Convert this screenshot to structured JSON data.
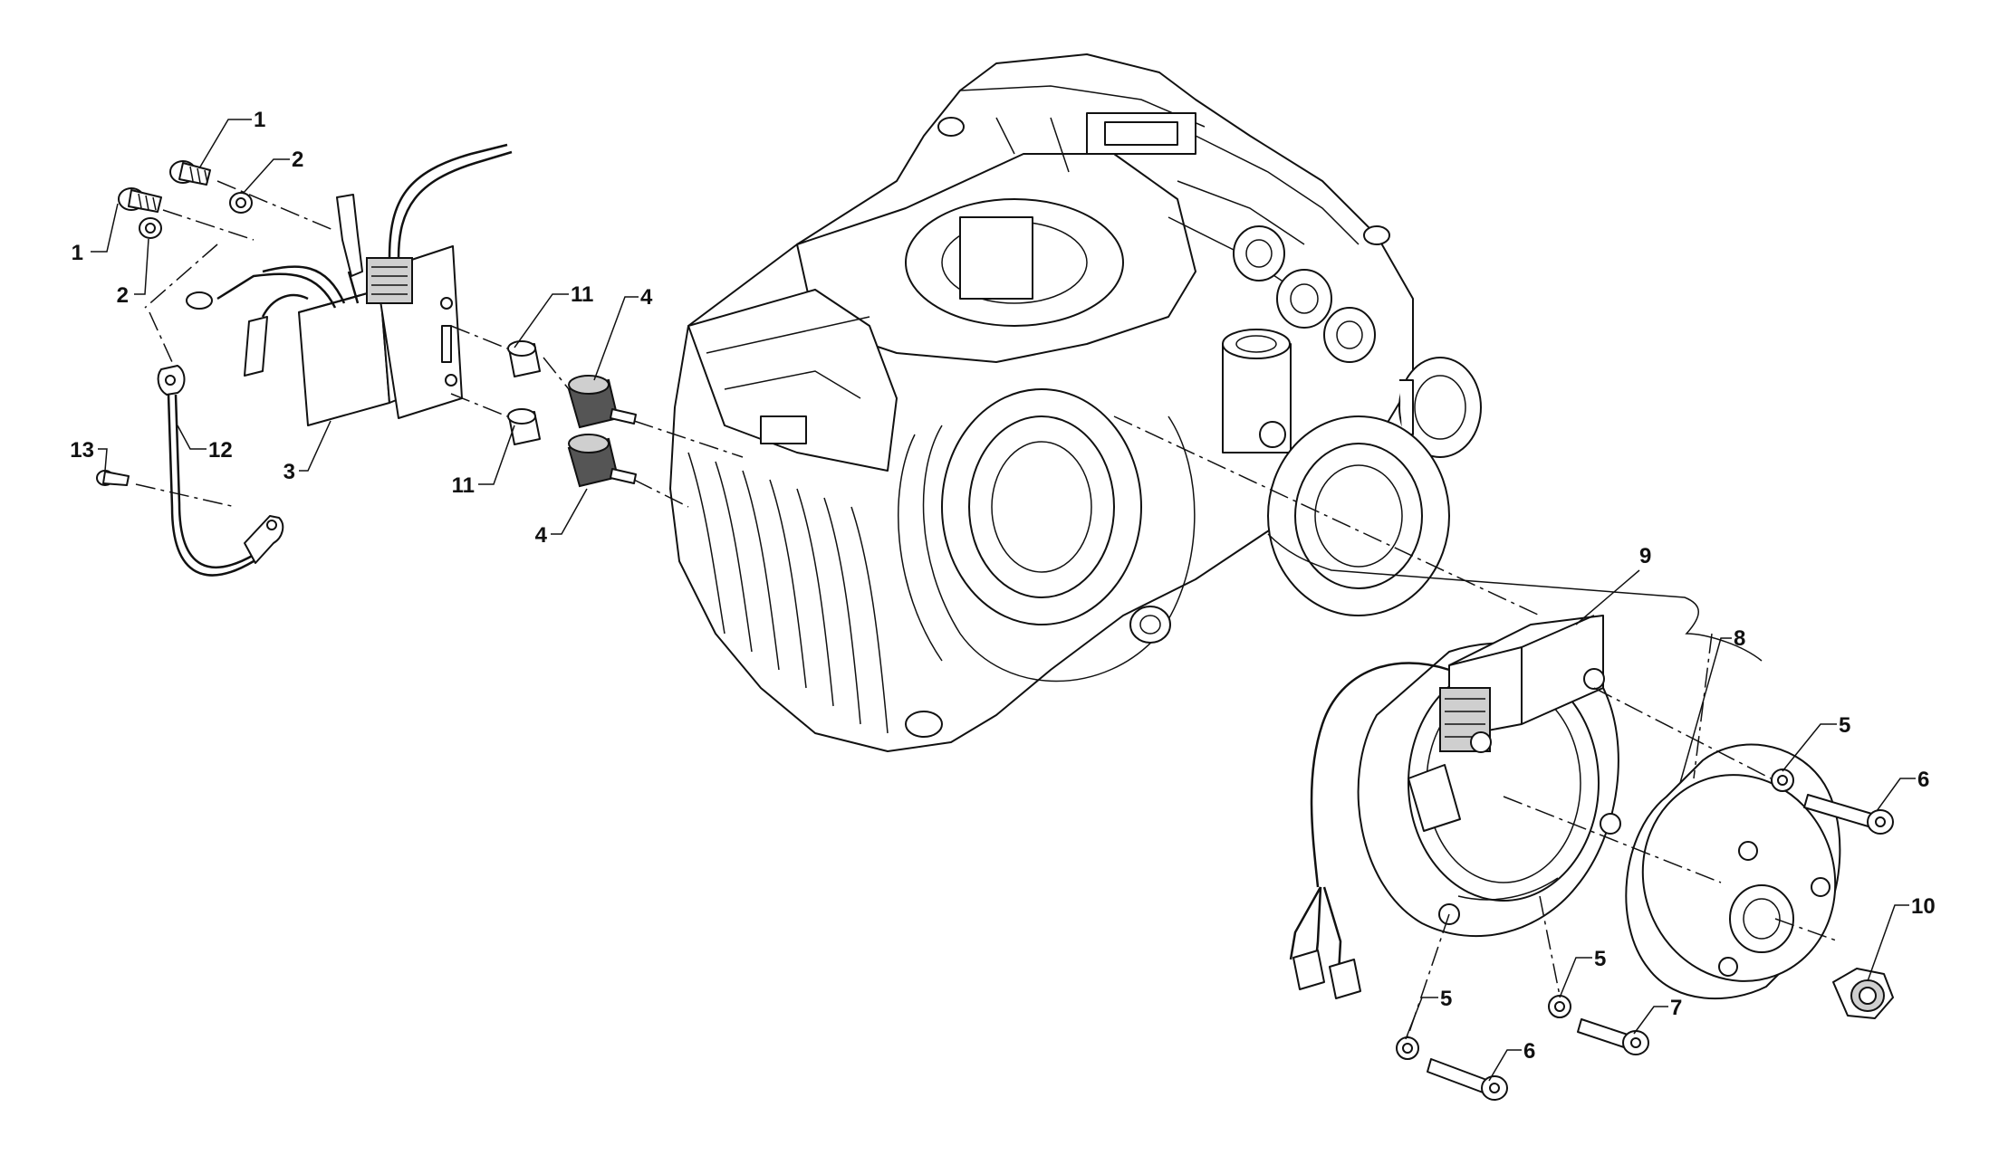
{
  "diagram": {
    "callouts": {
      "c1a": "1",
      "c1b": "1",
      "c2a": "2",
      "c2b": "2",
      "c3": "3",
      "c4a": "4",
      "c4b": "4",
      "c5a": "5",
      "c5b": "5",
      "c5c": "5",
      "c6a": "6",
      "c6b": "6",
      "c7": "7",
      "c8": "8",
      "c9": "9",
      "c10": "10",
      "c11a": "11",
      "c11b": "11",
      "c12": "12",
      "c13": "13"
    }
  }
}
